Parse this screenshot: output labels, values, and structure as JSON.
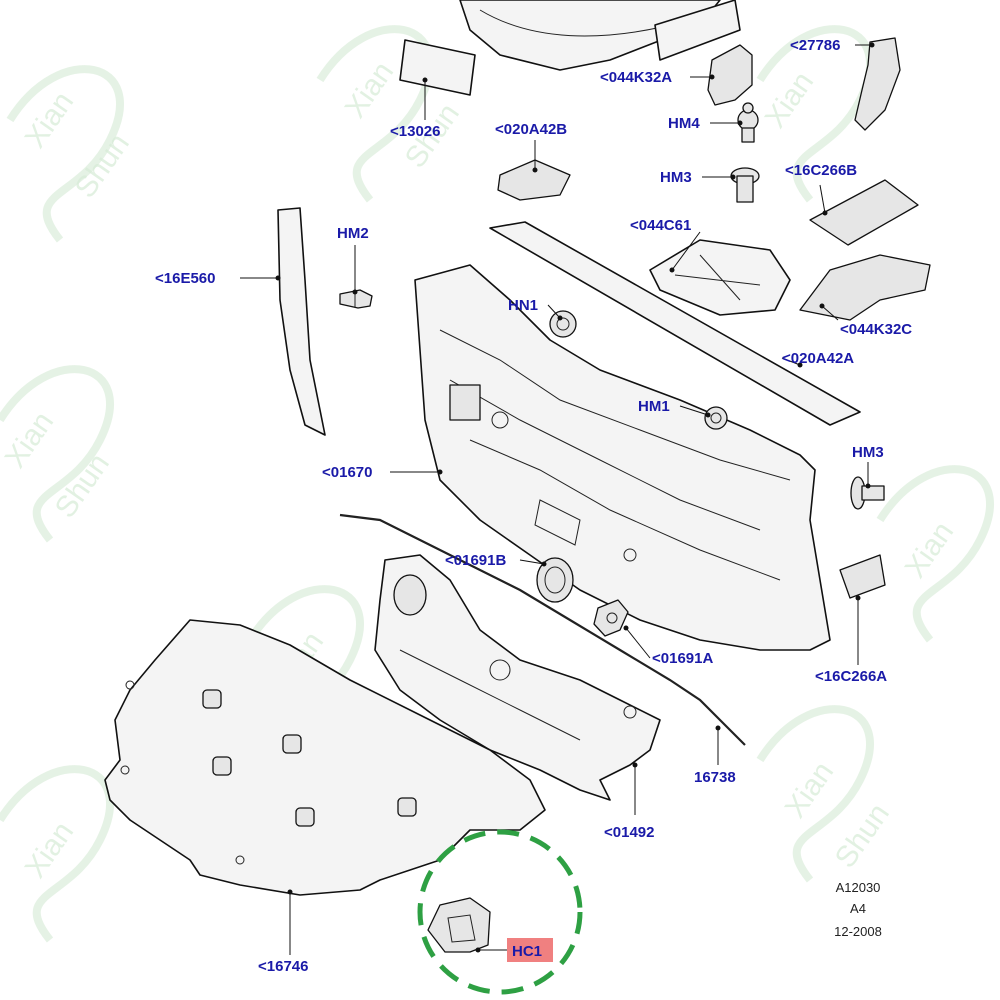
{
  "diagram": {
    "labels": {
      "p27786": "<27786",
      "p044K32A": "<044K32A",
      "p13026": "<13026",
      "p020A42B": "<020A42B",
      "HM4": "HM4",
      "HM3_top": "HM3",
      "p16C266B": "<16C266B",
      "HM2": "HM2",
      "p044C61": "<044C61",
      "p16E560": "<16E560",
      "HN1": "HN1",
      "p044K32C": "<044K32C",
      "p020A42A": "<020A42A",
      "HM1": "HM1",
      "HM3_right": "HM3",
      "p01670": "<01670",
      "p01691B": "<01691B",
      "p01691A": "<01691A",
      "p16C266A": "<16C266A",
      "p16738": "16738",
      "p01492": "<01492",
      "p16746": "<16746",
      "HC1": "HC1"
    },
    "meta": {
      "code": "A12030",
      "size": "A4",
      "date": "12-2008"
    },
    "highlight": {
      "part": "HC1",
      "ring_color": "#2ea043",
      "label_bg": "#f08080"
    },
    "colors": {
      "label_text": "#1a1aa8",
      "line_art": "#111111",
      "watermark": "#cfe8cf"
    },
    "watermark": {
      "text_a": "Xian",
      "text_b": "Shun"
    }
  }
}
